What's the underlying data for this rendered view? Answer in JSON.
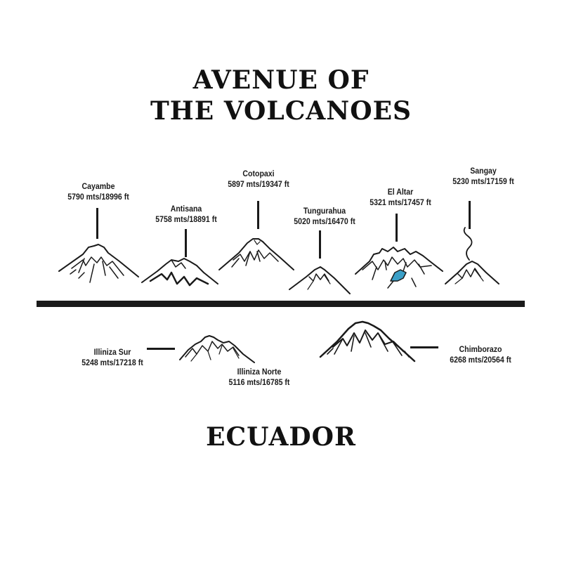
{
  "title": {
    "line1": "AVENUE OF",
    "line2": "THE VOLCANOES"
  },
  "country": "ECUADOR",
  "volcanoes": {
    "cayambe": {
      "name": "Cayambe",
      "height": "5790 mts/18996  ft"
    },
    "antisana": {
      "name": "Antisana",
      "height": "5758 mts/18891 ft"
    },
    "cotopaxi": {
      "name": "Cotopaxi",
      "height": "5897 mts/19347 ft"
    },
    "tungurahua": {
      "name": "Tungurahua",
      "height": "5020 mts/16470 ft"
    },
    "el_altar": {
      "name": "El Altar",
      "height": "5321 mts/17457 ft"
    },
    "sangay": {
      "name": "Sangay",
      "height": "5230 mts/17159 ft"
    },
    "illiniza_sur": {
      "name": "Illiniza Sur",
      "height": "5248 mts/17218 ft"
    },
    "illiniza_norte": {
      "name": "Illiniza Norte",
      "height": "5116 mts/16785 ft"
    },
    "chimborazo": {
      "name": "Chimborazo",
      "height": "6268 mts/20564 ft"
    }
  },
  "colors": {
    "ink": "#1a1a1a",
    "lagoon": "#3a9fc7"
  }
}
